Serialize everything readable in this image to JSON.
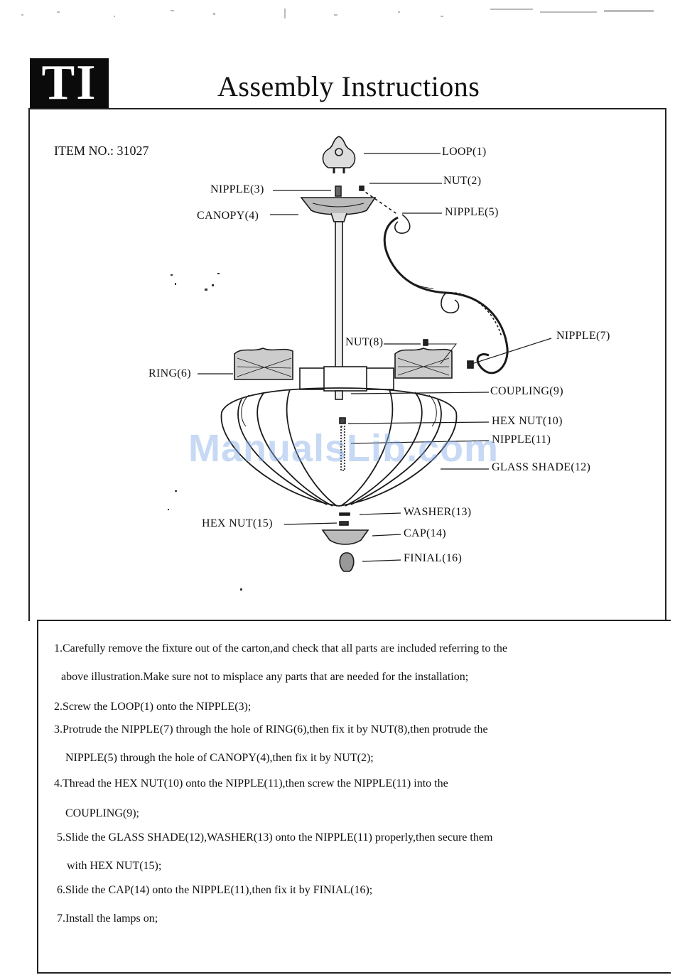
{
  "header": {
    "logo_text": "TI",
    "title": "Assembly Instructions"
  },
  "item_no": "ITEM NO.: 31027",
  "labels": {
    "loop": "LOOP(1)",
    "nut2": "NUT(2)",
    "nipple3": "NIPPLE(3)",
    "canopy4": "CANOPY(4)",
    "nipple5": "NIPPLE(5)",
    "ring6": "RING(6)",
    "nipple7": "NIPPLE(7)",
    "nut8": "NUT(8)",
    "coupling9": "COUPLING(9)",
    "hexnut10": "HEX NUT(10)",
    "nipple11": "NIPPLE(11)",
    "glassshade12": "GLASS SHADE(12)",
    "washer13": "WASHER(13)",
    "cap14": "CAP(14)",
    "hexnut15": "HEX NUT(15)",
    "finial16": "FINIAL(16)"
  },
  "watermark": "ManualsLib.com",
  "steps": [
    "1.Carefully remove the fixture out of the carton,and check that all parts are included referring to the",
    "above illustration.Make sure not to misplace any parts that are needed for the installation;",
    "2.Screw the LOOP(1) onto the NIPPLE(3);",
    "3.Protrude the NIPPLE(7) through the hole of RING(6),then fix it by NUT(8),then protrude the",
    "NIPPLE(5) through the hole of CANOPY(4),then fix it by NUT(2);",
    "4.Thread the HEX NUT(10) onto the NIPPLE(11),then screw the NIPPLE(11) into the",
    "COUPLING(9);",
    "5.Slide the GLASS SHADE(12),WASHER(13) onto the NIPPLE(11) properly,then secure them",
    "with HEX NUT(15);",
    "6.Slide the CAP(14) onto the NIPPLE(11),then fix it by FINIAL(16);",
    "7.Install the lamps on;"
  ]
}
